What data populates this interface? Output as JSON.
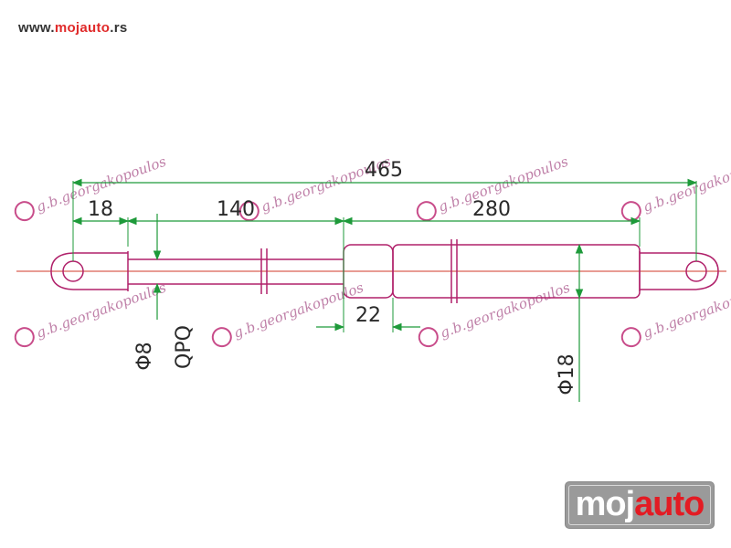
{
  "header": {
    "url_prefix": "www.",
    "url_brand": "mojauto",
    "url_suffix": ".rs"
  },
  "dimensions": {
    "total_length": "465",
    "end_fitting": "18",
    "rod_length": "140",
    "body_length": "280",
    "offset": "22",
    "rod_diameter": "Φ8",
    "rod_label": "QPQ",
    "body_diameter": "Φ18"
  },
  "watermark": {
    "text": "g.b.georgakopoulos"
  },
  "logo": {
    "part1": "moj",
    "part2": "auto"
  },
  "colors": {
    "dimension_line": "#1e9a3a",
    "outline": "#b0206a",
    "axis": "#d23a2a",
    "arrow": "#1e9a3a"
  }
}
